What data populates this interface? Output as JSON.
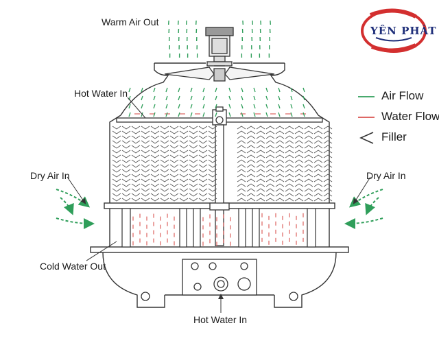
{
  "labels": {
    "warm_air_out": "Warm Air Out",
    "hot_water_in_top": "Hot Water In",
    "dry_air_in_left": "Dry Air In",
    "dry_air_in_right": "Dry Air In",
    "cold_water_out": "Cold Water Out",
    "hot_water_in_bottom": "Hot Water In"
  },
  "legend": {
    "air_flow": "Air Flow",
    "water_flow": "Water Flow",
    "filler": "Filler"
  },
  "logo": {
    "text": "YÊN PHÁT"
  },
  "colors": {
    "air": "#2f9e5a",
    "water": "#d9534f",
    "line": "#333333",
    "logo_red": "#d32f2f",
    "logo_blue": "#1f2f7a"
  }
}
